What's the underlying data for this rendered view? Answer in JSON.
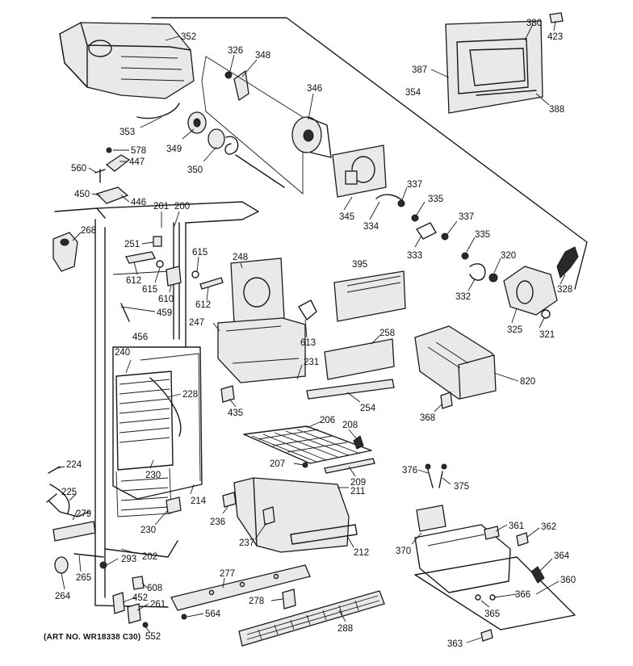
{
  "art_number": "(ART NO. WR18338 C30)",
  "callouts": [
    {
      "id": "352",
      "text": "352"
    },
    {
      "id": "326",
      "text": "326"
    },
    {
      "id": "348",
      "text": "348"
    },
    {
      "id": "346",
      "text": "346"
    },
    {
      "id": "353",
      "text": "353"
    },
    {
      "id": "349",
      "text": "349"
    },
    {
      "id": "350",
      "text": "350"
    },
    {
      "id": "578",
      "text": "578"
    },
    {
      "id": "447",
      "text": "447"
    },
    {
      "id": "560",
      "text": "560"
    },
    {
      "id": "450",
      "text": "450"
    },
    {
      "id": "446",
      "text": "446"
    },
    {
      "id": "201",
      "text": "201"
    },
    {
      "id": "200",
      "text": "200"
    },
    {
      "id": "268",
      "text": "268"
    },
    {
      "id": "251",
      "text": "251"
    },
    {
      "id": "612a",
      "text": "612"
    },
    {
      "id": "615a",
      "text": "615"
    },
    {
      "id": "615b",
      "text": "615"
    },
    {
      "id": "610",
      "text": "610"
    },
    {
      "id": "612b",
      "text": "612"
    },
    {
      "id": "248",
      "text": "248"
    },
    {
      "id": "459",
      "text": "459"
    },
    {
      "id": "247",
      "text": "247"
    },
    {
      "id": "456",
      "text": "456"
    },
    {
      "id": "613",
      "text": "613"
    },
    {
      "id": "240",
      "text": "240"
    },
    {
      "id": "228",
      "text": "228"
    },
    {
      "id": "231",
      "text": "231"
    },
    {
      "id": "435",
      "text": "435"
    },
    {
      "id": "380",
      "text": "380"
    },
    {
      "id": "423",
      "text": "423"
    },
    {
      "id": "387",
      "text": "387"
    },
    {
      "id": "354",
      "text": "354"
    },
    {
      "id": "388",
      "text": "388"
    },
    {
      "id": "345",
      "text": "345"
    },
    {
      "id": "337a",
      "text": "337"
    },
    {
      "id": "335a",
      "text": "335"
    },
    {
      "id": "334",
      "text": "334"
    },
    {
      "id": "337b",
      "text": "337"
    },
    {
      "id": "333",
      "text": "333"
    },
    {
      "id": "335b",
      "text": "335"
    },
    {
      "id": "320",
      "text": "320"
    },
    {
      "id": "395",
      "text": "395"
    },
    {
      "id": "332",
      "text": "332"
    },
    {
      "id": "328",
      "text": "328"
    },
    {
      "id": "325",
      "text": "325"
    },
    {
      "id": "321",
      "text": "321"
    },
    {
      "id": "258",
      "text": "258"
    },
    {
      "id": "254",
      "text": "254"
    },
    {
      "id": "820",
      "text": "820"
    },
    {
      "id": "368",
      "text": "368"
    },
    {
      "id": "206",
      "text": "206"
    },
    {
      "id": "208",
      "text": "208"
    },
    {
      "id": "224",
      "text": "224"
    },
    {
      "id": "230a",
      "text": "230"
    },
    {
      "id": "207",
      "text": "207"
    },
    {
      "id": "209",
      "text": "209"
    },
    {
      "id": "225",
      "text": "225"
    },
    {
      "id": "214",
      "text": "214"
    },
    {
      "id": "211",
      "text": "211"
    },
    {
      "id": "376",
      "text": "376"
    },
    {
      "id": "375",
      "text": "375"
    },
    {
      "id": "279",
      "text": "279"
    },
    {
      "id": "236",
      "text": "236"
    },
    {
      "id": "230b",
      "text": "230"
    },
    {
      "id": "237",
      "text": "237"
    },
    {
      "id": "202",
      "text": "202"
    },
    {
      "id": "212",
      "text": "212"
    },
    {
      "id": "361",
      "text": "361"
    },
    {
      "id": "362",
      "text": "362"
    },
    {
      "id": "370",
      "text": "370"
    },
    {
      "id": "265",
      "text": "265"
    },
    {
      "id": "293",
      "text": "293"
    },
    {
      "id": "277",
      "text": "277"
    },
    {
      "id": "364",
      "text": "364"
    },
    {
      "id": "264",
      "text": "264"
    },
    {
      "id": "608",
      "text": "608"
    },
    {
      "id": "360",
      "text": "360"
    },
    {
      "id": "452",
      "text": "452"
    },
    {
      "id": "261",
      "text": "261"
    },
    {
      "id": "278",
      "text": "278"
    },
    {
      "id": "366",
      "text": "366"
    },
    {
      "id": "365",
      "text": "365"
    },
    {
      "id": "564",
      "text": "564"
    },
    {
      "id": "288",
      "text": "288"
    },
    {
      "id": "552",
      "text": "552"
    },
    {
      "id": "363",
      "text": "363"
    }
  ]
}
